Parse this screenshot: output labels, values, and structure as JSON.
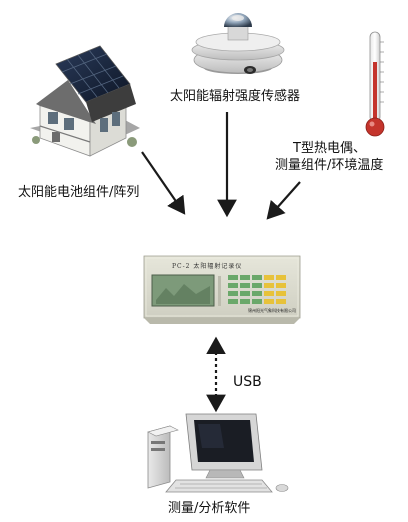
{
  "labels": {
    "sensor": "太阳能辐射强度传感器",
    "solar_array": "太阳能电池组件/阵列",
    "thermocouple_line1": "T型热电偶、",
    "thermocouple_line2": "测量组件/环境温度",
    "usb": "USB",
    "software": "测量/分析软件"
  },
  "instrument": {
    "title": "PC-2  太阳辐射记录仪",
    "footer": "锦州阳光气象科技有限公司"
  },
  "colors": {
    "arrow": "#1a1a1a",
    "panel_body": "#dcdcd0",
    "panel_shadow": "#b9b9ab",
    "screen": "#7d9a7a",
    "key_green": "#6aa86a",
    "key_yellow": "#e7c23a",
    "thermometer_red": "#c4342c"
  },
  "icons": [
    "house-with-solar-panels-icon",
    "pyranometer-sensor-icon",
    "thermometer-icon",
    "data-logger-icon",
    "desktop-computer-icon"
  ]
}
